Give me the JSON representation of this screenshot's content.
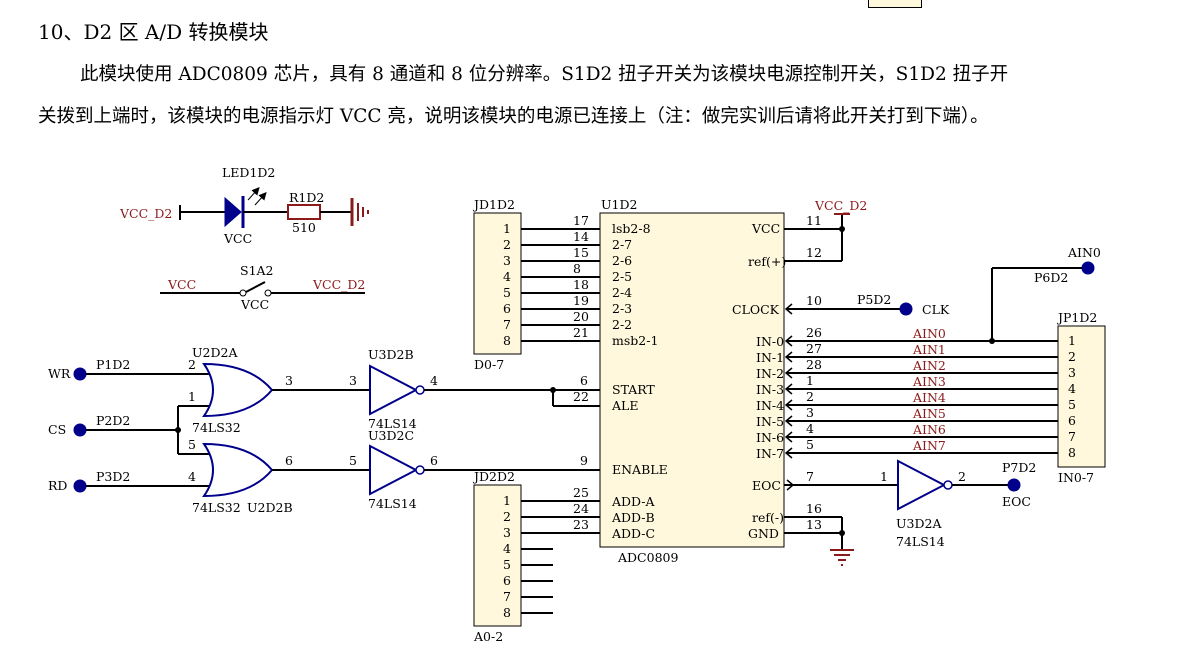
{
  "document": {
    "heading": "10、D2 区 A/D 转换模块",
    "paragraph_line1": "此模块使用 ADC0809 芯片，具有 8 通道和 8 位分辨率。S1D2 扭子开关为该模块电源控制开关，S1D2 扭子开",
    "paragraph_line2": "关拨到上端时，该模块的电源指示灯 VCC 亮，说明该模块的电源已连接上（注：做完实训后请将此开关打到下端）。"
  },
  "schematic": {
    "power": {
      "vcc_d2_left": "VCC_D2",
      "led_ref": "LED1D2",
      "led_value": "VCC",
      "resistor_ref": "R1D2",
      "resistor_value": "510",
      "switch_ref": "S1A2",
      "switch_value": "VCC",
      "switch_left": "VCC",
      "switch_right": "VCC_D2"
    },
    "ports": {
      "wr": "WR",
      "wr_ref": "P1D2",
      "cs": "CS",
      "cs_ref": "P2D2",
      "rd": "RD",
      "rd_ref": "P3D2",
      "clk": "CLK",
      "clk_ref": "P5D2",
      "ain0": "AIN0",
      "ain0_ref": "P6D2",
      "eoc": "EOC",
      "eoc_ref": "P7D2"
    },
    "gates": {
      "or_top_ref": "U2D2A",
      "or_top_type": "74LS32",
      "or_top_pins": [
        "2",
        "1",
        "3"
      ],
      "or_bot_ref": "U2D2B",
      "or_bot_type": "74LS32",
      "or_bot_pins": [
        "5",
        "4",
        "6"
      ],
      "inv_top_ref": "U3D2B",
      "inv_top_type": "74LS14",
      "inv_top_pins": [
        "3",
        "4"
      ],
      "inv_bot_ref": "U3D2C",
      "inv_bot_type": "74LS14",
      "inv_bot_pins": [
        "5",
        "6"
      ],
      "inv_eoc_ref": "U3D2A",
      "inv_eoc_type": "74LS14",
      "inv_eoc_pins": [
        "1",
        "2"
      ]
    },
    "jd1": {
      "ref": "JD1D2",
      "label": "D0-7",
      "pins": [
        "1",
        "2",
        "3",
        "4",
        "5",
        "6",
        "7",
        "8"
      ],
      "chip_pins": [
        "17",
        "14",
        "15",
        "8",
        "18",
        "19",
        "20",
        "21"
      ]
    },
    "jd2": {
      "ref": "JD2D2",
      "label": "A0-2",
      "pins": [
        "1",
        "2",
        "3",
        "4",
        "5",
        "6",
        "7",
        "8"
      ],
      "chip_pins": [
        "25",
        "24",
        "23"
      ]
    },
    "chip": {
      "ref": "U1D2",
      "name": "ADC0809",
      "vcc_net": "VCC_D2",
      "left_labels": [
        "lsb2-8",
        "2-7",
        "2-6",
        "2-5",
        "2-4",
        "2-3",
        "2-2",
        "msb2-1"
      ],
      "start": "START",
      "start_pin": "6",
      "ale": "ALE",
      "ale_pin": "22",
      "enable": "ENABLE",
      "enable_pin": "9",
      "add_labels": [
        "ADD-A",
        "ADD-B",
        "ADD-C"
      ],
      "vcc": "VCC",
      "vcc_pin": "11",
      "refp": "ref(+)",
      "refp_pin": "12",
      "clock": "CLOCK",
      "clock_pin": "10",
      "in_labels": [
        "IN-0",
        "IN-1",
        "IN-2",
        "IN-3",
        "IN-4",
        "IN-5",
        "IN-6",
        "IN-7"
      ],
      "in_pins": [
        "26",
        "27",
        "28",
        "1",
        "2",
        "3",
        "4",
        "5"
      ],
      "eoc": "EOC",
      "eoc_pin": "7",
      "refm": "ref(-)",
      "refm_pin": "16",
      "gnd": "GND",
      "gnd_pin": "13"
    },
    "jp1": {
      "ref": "JP1D2",
      "label": "IN0-7",
      "pins": [
        "1",
        "2",
        "3",
        "4",
        "5",
        "6",
        "7",
        "8"
      ],
      "net_labels": [
        "AIN0",
        "AIN1",
        "AIN2",
        "AIN3",
        "AIN4",
        "AIN5",
        "AIN6",
        "AIN7"
      ]
    }
  },
  "colors": {
    "net_red": "#8b1a1a",
    "port_blue": "#00008b",
    "chip_fill": "#fff8dc"
  }
}
